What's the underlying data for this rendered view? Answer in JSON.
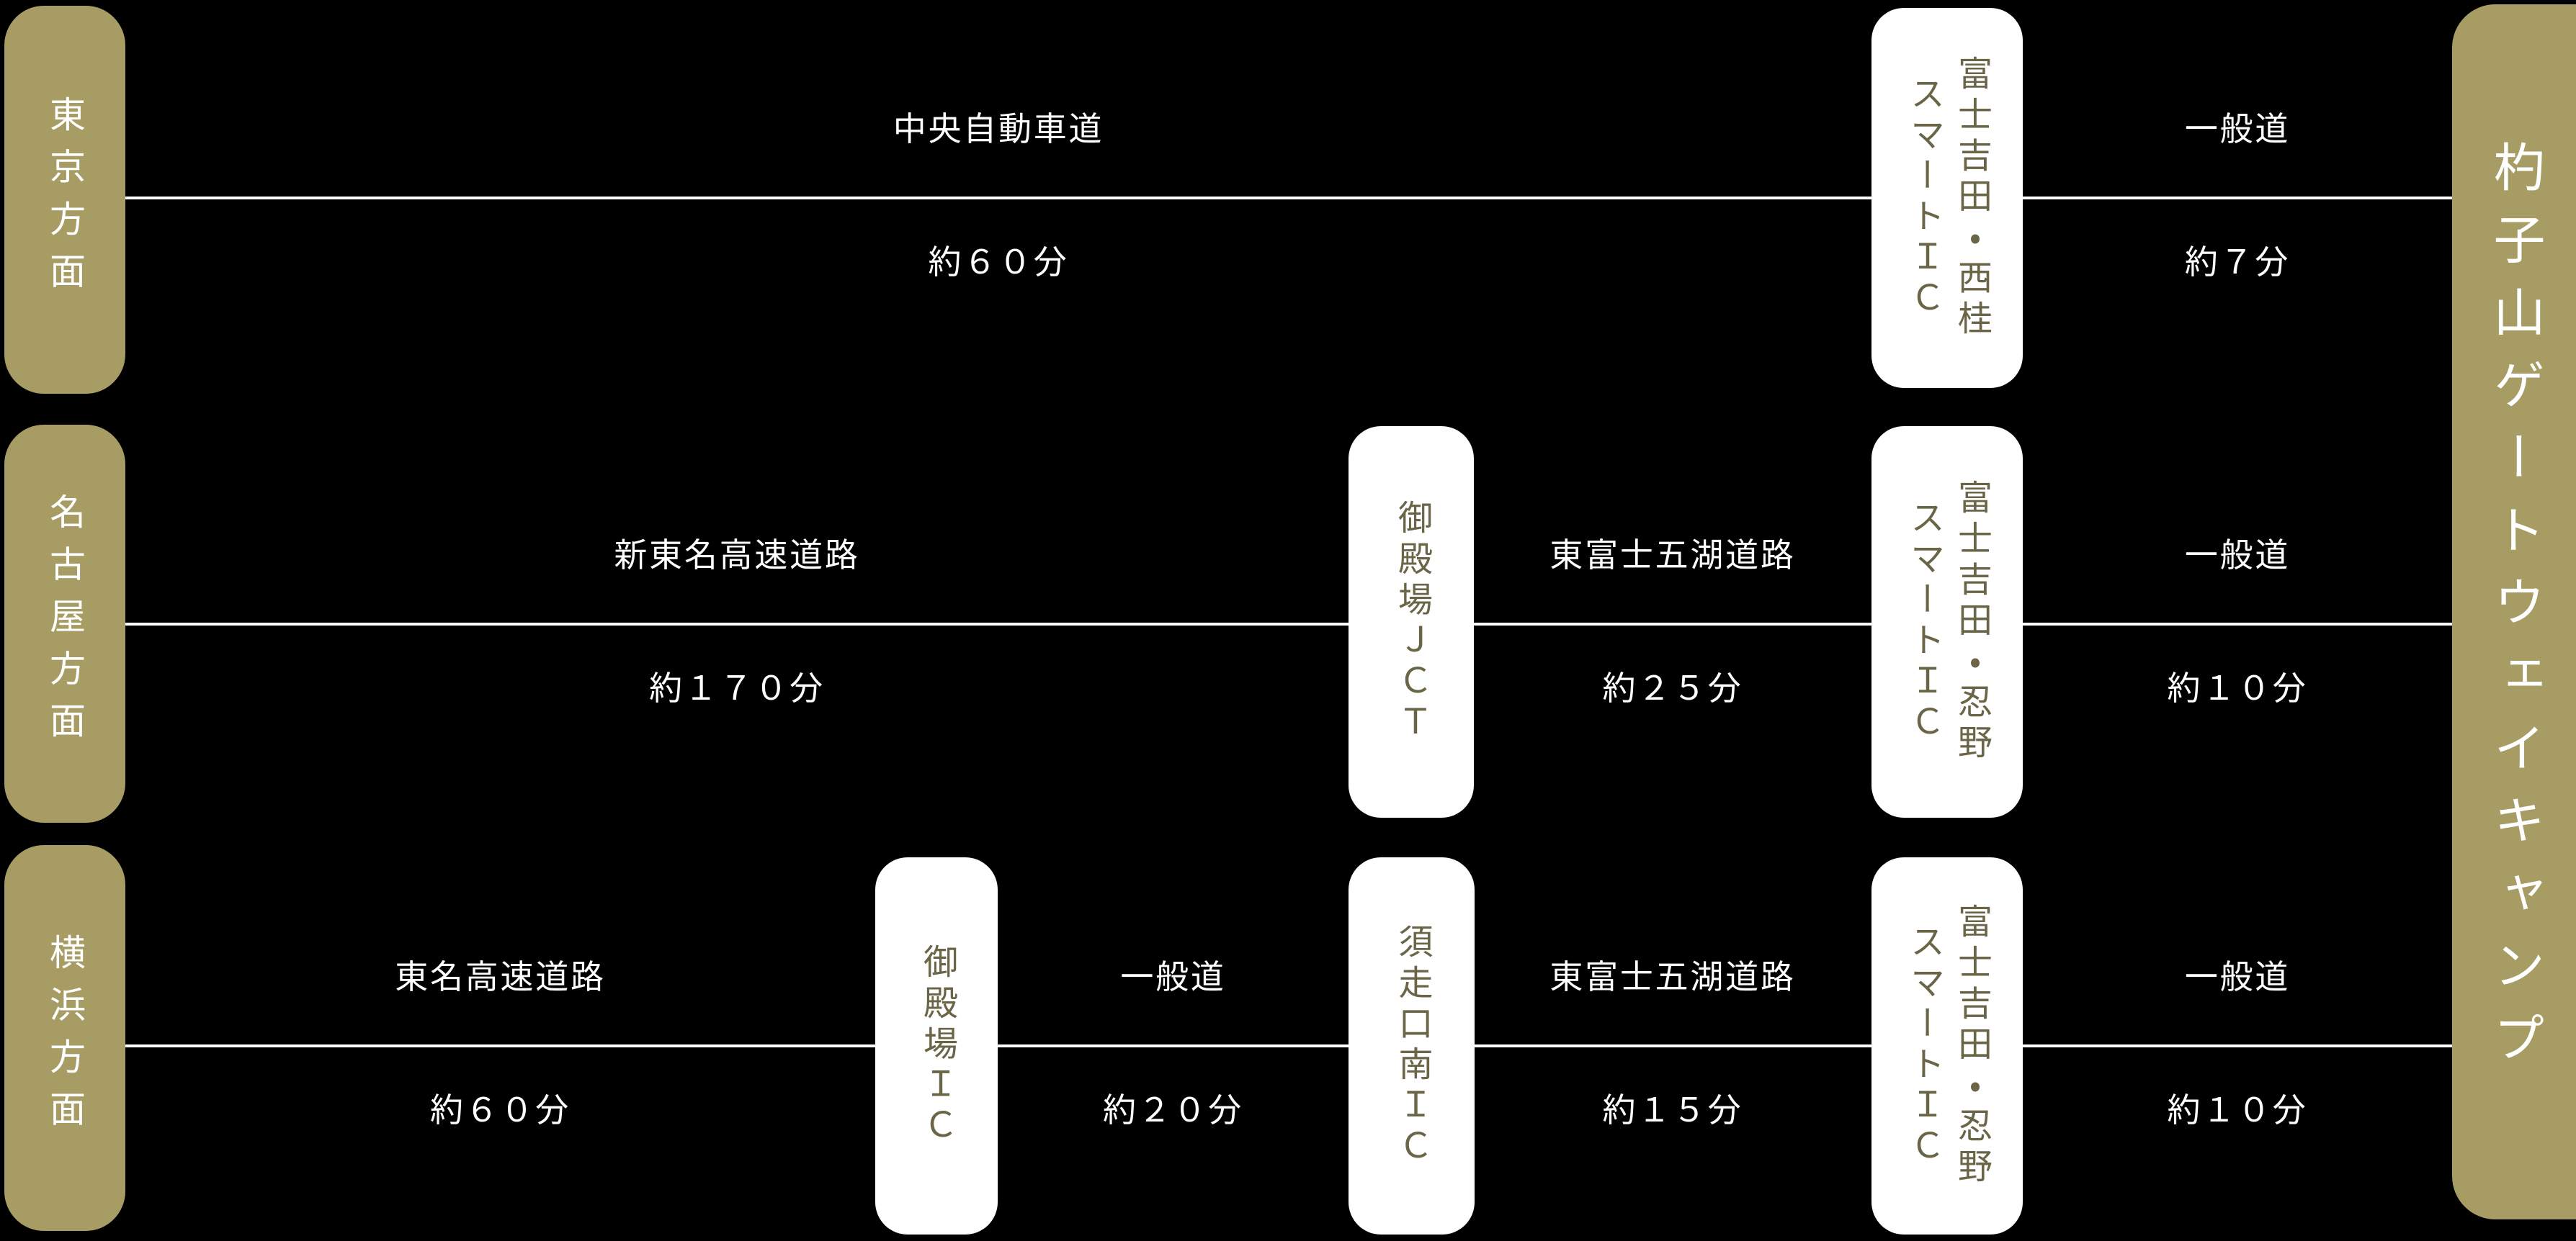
{
  "colors": {
    "background": "#000000",
    "accent_olive": "#a79c63",
    "node_background": "#ffffff",
    "node_text": "#6b6547",
    "line": "#ffffff",
    "label_text": "#ffffff"
  },
  "origins": [
    {
      "label": "東京方面"
    },
    {
      "label": "名古屋方面"
    },
    {
      "label": "横浜方面"
    }
  ],
  "destination": {
    "label": "杓子山ゲートウェイキャンプ"
  },
  "routes": [
    {
      "from": "東京方面",
      "segments": [
        {
          "road": "中央自動車道",
          "duration": "約６０分"
        },
        {
          "road": "一般道",
          "duration": "約７分"
        }
      ],
      "nodes": [
        {
          "name": "富士吉田・西桂\nスマートＩＣ"
        }
      ]
    },
    {
      "from": "名古屋方面",
      "segments": [
        {
          "road": "新東名高速道路",
          "duration": "約１７０分"
        },
        {
          "road": "東富士五湖道路",
          "duration": "約２５分"
        },
        {
          "road": "一般道",
          "duration": "約１０分"
        }
      ],
      "nodes": [
        {
          "name": "御殿場ＪＣＴ"
        },
        {
          "name": "富士吉田・忍野\nスマートＩＣ"
        }
      ]
    },
    {
      "from": "横浜方面",
      "segments": [
        {
          "road": "東名高速道路",
          "duration": "約６０分"
        },
        {
          "road": "一般道",
          "duration": "約２０分"
        },
        {
          "road": "東富士五湖道路",
          "duration": "約１５分"
        },
        {
          "road": "一般道",
          "duration": "約１０分"
        }
      ],
      "nodes": [
        {
          "name": "御殿場ＩＣ"
        },
        {
          "name": "須走口南ＩＣ"
        },
        {
          "name": "富士吉田・忍野\nスマートＩＣ"
        }
      ]
    }
  ]
}
